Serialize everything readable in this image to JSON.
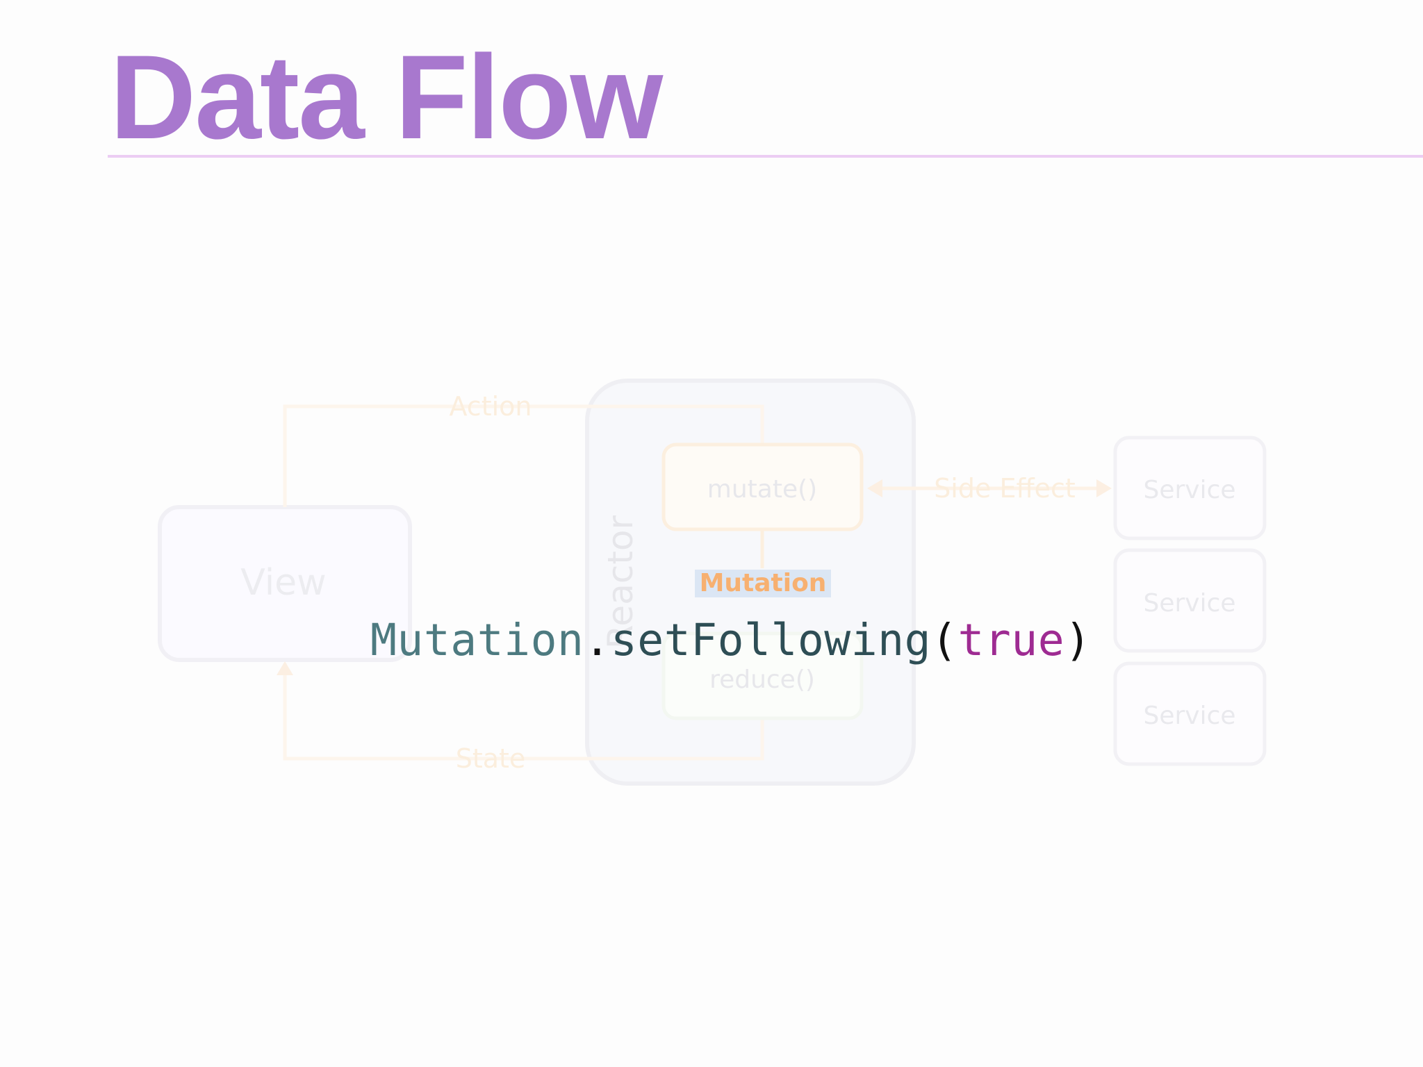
{
  "slide": {
    "title": "Data Flow"
  },
  "diagram": {
    "view_label": "View",
    "reactor_label": "Reactor",
    "mutate_label": "mutate()",
    "reduce_label": "reduce()",
    "mutation_label": "Mutation",
    "action_label": "Action",
    "state_label": "State",
    "side_effect_label": "Side Effect",
    "services": [
      "Service",
      "Service",
      "Service"
    ]
  },
  "code": {
    "type": "Mutation",
    "dot": ".",
    "method": "setFollowing",
    "open_paren": "(",
    "argument": "true",
    "close_paren": ")"
  },
  "colors": {
    "title": "#a878ce",
    "rule": "#eccdf3",
    "mutation_badge_bg": "#dbe6f4",
    "mutation_badge_text": "#f7b070",
    "code_type": "#4d7a80",
    "code_keyword": "#9e2b92"
  }
}
